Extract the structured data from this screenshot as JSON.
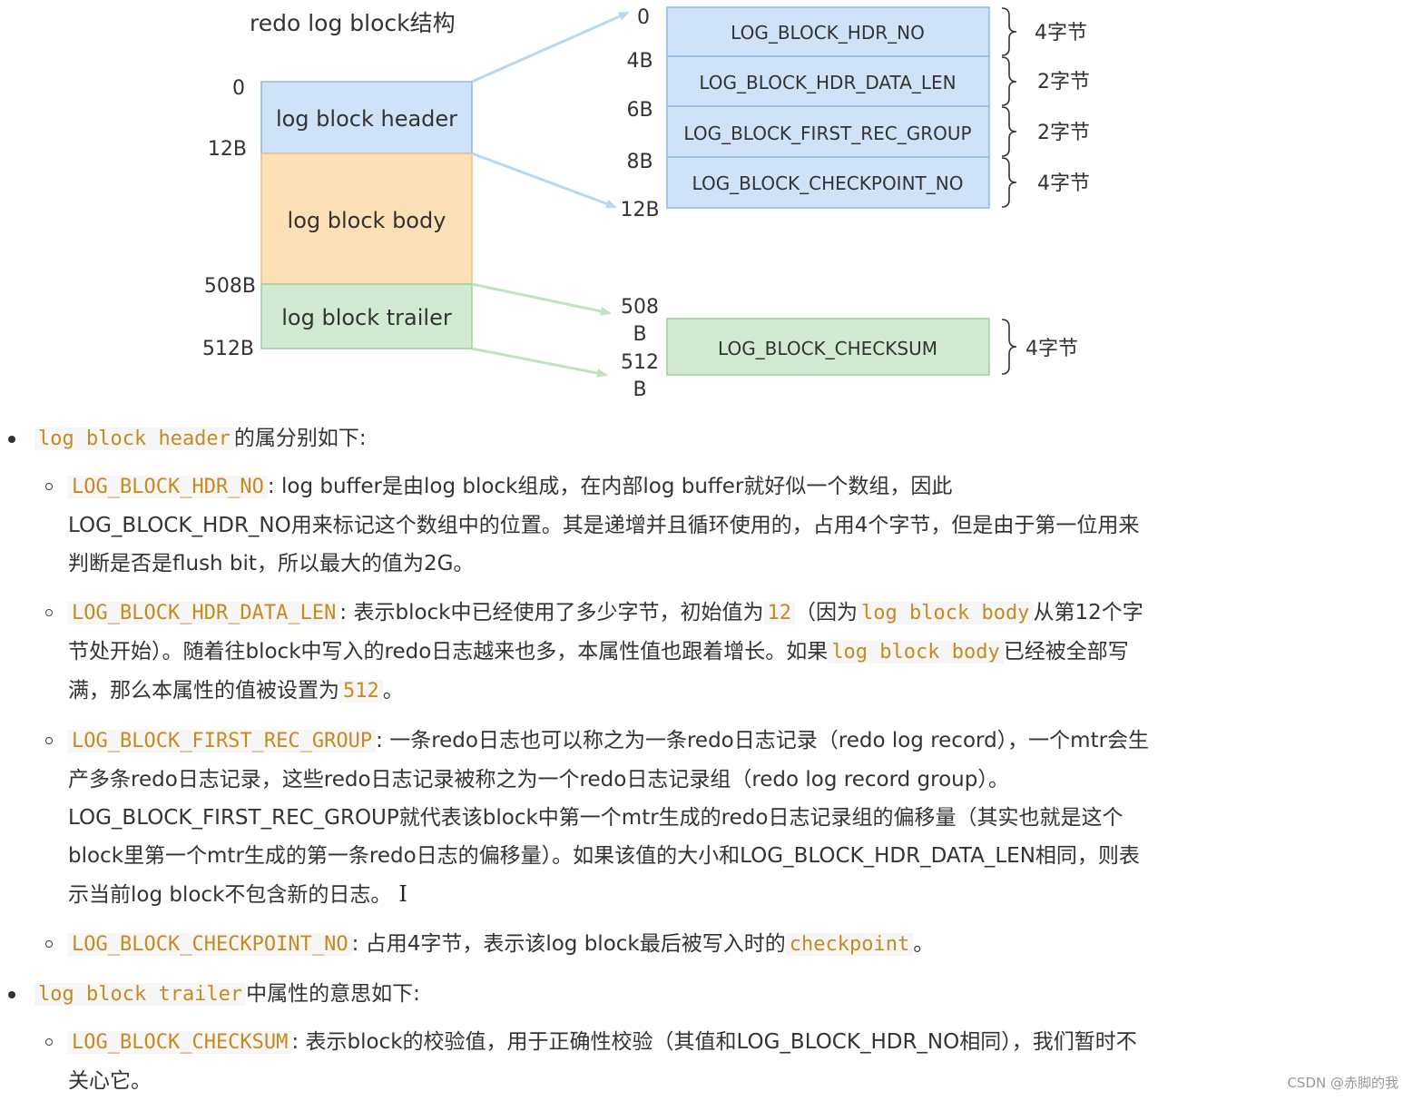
{
  "diagram": {
    "title": "redo log block结构",
    "left_blocks": [
      {
        "label": "log block header",
        "color": "#cfe2f8"
      },
      {
        "label": "log block body",
        "color": "#fde0b5"
      },
      {
        "label": "log block trailer",
        "color": "#d2e9d2"
      }
    ],
    "left_offsets": [
      "0",
      "12B",
      "508B",
      "512B"
    ],
    "header_fields": [
      {
        "label": "LOG_BLOCK_HDR_NO",
        "size": "4字节"
      },
      {
        "label": "LOG_BLOCK_HDR_DATA_LEN",
        "size": "2字节"
      },
      {
        "label": "LOG_BLOCK_FIRST_REC_GROUP",
        "size": "2字节"
      },
      {
        "label": "LOG_BLOCK_CHECKPOINT_NO",
        "size": "4字节"
      }
    ],
    "header_offsets": [
      "0",
      "4B",
      "6B",
      "8B",
      "12B"
    ],
    "trailer_field": {
      "label": "LOG_BLOCK_CHECKSUM",
      "size": "4字节"
    },
    "trailer_offsets": {
      "start_a": "508",
      "start_b": "B",
      "end_a": "512",
      "end_b": "B"
    },
    "colors": {
      "header_blue": "#cfe2f8",
      "header_border": "#8fb6e3",
      "trailer_green": "#d2e9d2",
      "trailer_border": "#9fcf9f",
      "arrow_blue": "#b6d8f5",
      "arrow_green": "#bfe3bf",
      "code_orange": "#c88a1e"
    }
  },
  "notes": {
    "header_intro": {
      "code": "log block header",
      "text": "的属分别如下:"
    },
    "hdr_no": {
      "code": "LOG_BLOCK_HDR_NO",
      "text": ": log buffer是由log block组成，在内部log buffer就好似一个数组，因此LOG_BLOCK_HDR_NO用来标记这个数组中的位置。其是递增并且循环使用的，占用4个字节，但是由于第一位用来判断是否是flush bit，所以最大的值为2G。"
    },
    "data_len": {
      "code": "LOG_BLOCK_HDR_DATA_LEN",
      "t1": ": 表示block中已经使用了多少字节，初始值为",
      "c2": "12",
      "t2": "（因为",
      "c3": "log block body",
      "t3": "从第12个字节处开始）。随着往block中写入的redo日志越来也多，本属性值也跟着增长。如果",
      "c4": "log block body",
      "t4": "已经被全部写满，那么本属性的值被设置为",
      "c5": "512",
      "t5": "。"
    },
    "first_rec": {
      "code": "LOG_BLOCK_FIRST_REC_GROUP",
      "text": ": 一条redo日志也可以称之为一条redo日志记录（redo log record），一个mtr会生产多条redo日志记录，这些redo日志记录被称之为一个redo日志记录组（redo log record group）。LOG_BLOCK_FIRST_REC_GROUP就代表该block中第一个mtr生成的redo日志记录组的偏移量（其实也就是这个block里第一个mtr生成的第一条redo日志的偏移量）。如果该值的大小和LOG_BLOCK_HDR_DATA_LEN相同，则表示当前log block不包含新的日志。"
    },
    "checkpoint": {
      "code": "LOG_BLOCK_CHECKPOINT_NO",
      "t1": ": 占用4字节，表示该log block最后被写入时的",
      "c2": "checkpoint",
      "t2": "。"
    },
    "trailer_intro": {
      "code": "log block trailer",
      "text": "中属性的意思如下:"
    },
    "checksum": {
      "code": "LOG_BLOCK_CHECKSUM",
      "text": ": 表示block的校验值，用于正确性校验（其值和LOG_BLOCK_HDR_NO相同），我们暂时不关心它。"
    }
  },
  "watermark": "CSDN @赤脚的我"
}
